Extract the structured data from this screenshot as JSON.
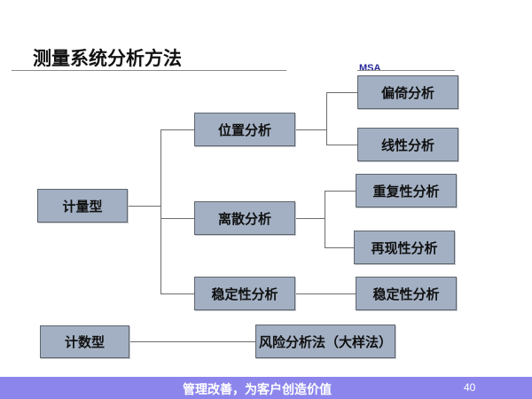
{
  "header": {
    "title": "测量系统分析方法",
    "tag": "MSA"
  },
  "diagram": {
    "root_continuous": "计量型",
    "root_attribute": "计数型",
    "level1": {
      "location": "位置分析",
      "dispersion": "离散分析",
      "stability": "稳定性分析"
    },
    "level2": {
      "bias": "偏倚分析",
      "linearity": "线性分析",
      "repeatability": "重复性分析",
      "reproducibility": "再现性分析",
      "stability": "稳定性分析",
      "risk": "风险分析法（大样法）"
    },
    "colors": {
      "box_fill": "#a3b0c3",
      "box_border": "#5e646c",
      "connector": "#6c6c6c",
      "tag": "#2a2a9a"
    }
  },
  "footer": {
    "slogan": "管理改善，为客户创造价值",
    "page_number": "40",
    "color": "#8c86ec"
  }
}
